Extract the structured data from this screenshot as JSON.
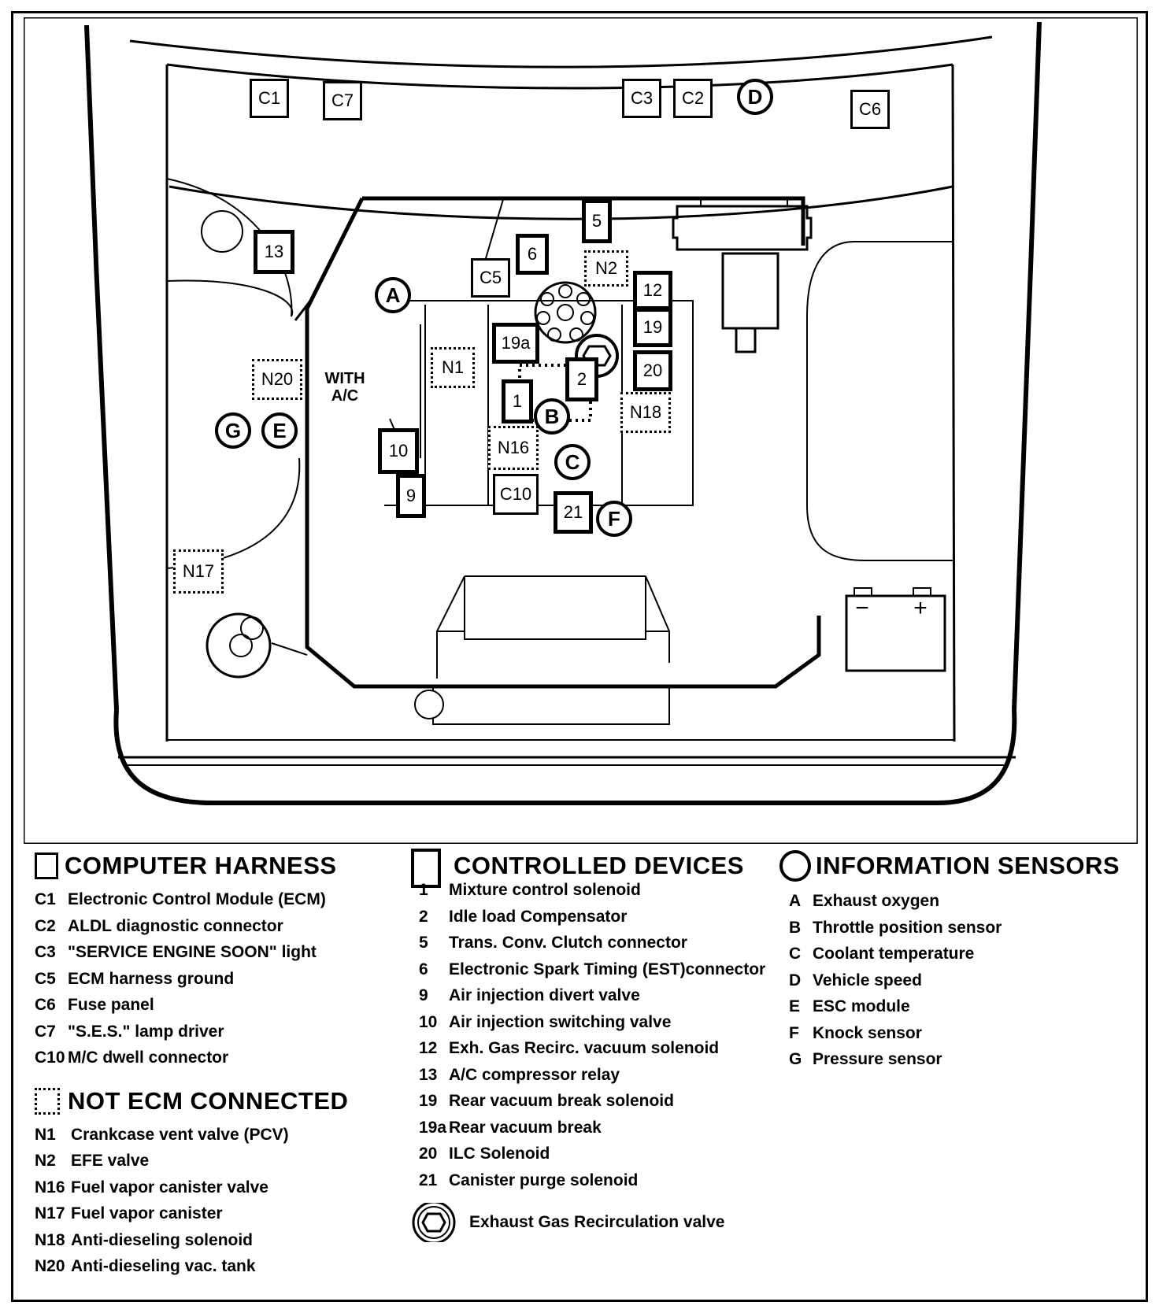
{
  "diagram": {
    "harness_boxes": [
      "C1",
      "C7",
      "C3",
      "C2",
      "C6",
      "C5",
      "C10"
    ],
    "device_boxes": [
      "5",
      "6",
      "12",
      "19",
      "20",
      "19a",
      "2",
      "1",
      "13",
      "10",
      "9",
      "21"
    ],
    "dotted_boxes": [
      "N2",
      "N1",
      "N20",
      "N18",
      "N16",
      "N17"
    ],
    "sensor_circles": [
      "A",
      "B",
      "C",
      "D",
      "E",
      "F",
      "G"
    ],
    "with_ac_label": "WITH\nA/C",
    "battery_minus": "−",
    "battery_plus": "+"
  },
  "legend": {
    "computer_harness": {
      "title": "COMPUTER HARNESS",
      "items": [
        {
          "code": "C1",
          "text": "Electronic Control Module (ECM)"
        },
        {
          "code": "C2",
          "text": "ALDL diagnostic connector"
        },
        {
          "code": "C3",
          "text": "\"SERVICE ENGINE SOON\" light"
        },
        {
          "code": "C5",
          "text": "ECM harness ground"
        },
        {
          "code": "C6",
          "text": "Fuse panel"
        },
        {
          "code": "C7",
          "text": "\"S.E.S.\" lamp driver"
        },
        {
          "code": "C10",
          "text": "M/C dwell connector"
        }
      ]
    },
    "not_ecm_connected": {
      "title": "NOT ECM CONNECTED",
      "items": [
        {
          "code": "N1",
          "text": "Crankcase vent valve (PCV)"
        },
        {
          "code": "N2",
          "text": "EFE valve"
        },
        {
          "code": "N16",
          "text": "Fuel vapor canister valve"
        },
        {
          "code": "N17",
          "text": "Fuel vapor canister"
        },
        {
          "code": "N18",
          "text": "Anti-dieseling solenoid"
        },
        {
          "code": "N20",
          "text": "Anti-dieseling vac. tank"
        }
      ]
    },
    "controlled_devices": {
      "title": "CONTROLLED DEVICES",
      "items": [
        {
          "code": "1",
          "text": "Mixture control solenoid"
        },
        {
          "code": "2",
          "text": "Idle load Compensator"
        },
        {
          "code": "5",
          "text": "Trans. Conv. Clutch connector"
        },
        {
          "code": "6",
          "text": "Electronic Spark Timing (EST)connector"
        },
        {
          "code": "9",
          "text": "Air injection divert valve"
        },
        {
          "code": "10",
          "text": "Air injection switching valve"
        },
        {
          "code": "12",
          "text": "Exh. Gas Recirc. vacuum solenoid"
        },
        {
          "code": "13",
          "text": "A/C compressor relay"
        },
        {
          "code": "19",
          "text": "Rear vacuum break solenoid"
        },
        {
          "code": "19a",
          "text": "Rear vacuum break"
        },
        {
          "code": "20",
          "text": "ILC Solenoid"
        },
        {
          "code": "21",
          "text": "Canister purge solenoid"
        }
      ],
      "egr_label": "Exhaust Gas Recirculation valve"
    },
    "information_sensors": {
      "title": "INFORMATION SENSORS",
      "items": [
        {
          "code": "A",
          "text": "Exhaust oxygen"
        },
        {
          "code": "B",
          "text": "Throttle position sensor"
        },
        {
          "code": "C",
          "text": "Coolant temperature"
        },
        {
          "code": "D",
          "text": "Vehicle speed"
        },
        {
          "code": "E",
          "text": "ESC module"
        },
        {
          "code": "F",
          "text": "Knock sensor"
        },
        {
          "code": "G",
          "text": "Pressure sensor"
        }
      ]
    }
  }
}
